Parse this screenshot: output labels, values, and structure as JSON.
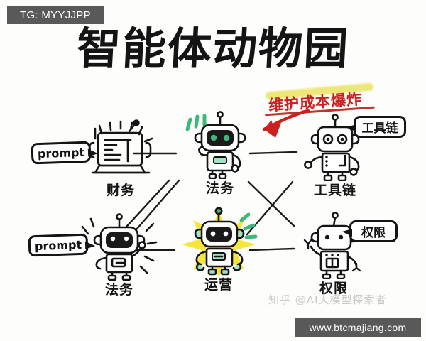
{
  "meta": {
    "bg_color": "#fdfdfb",
    "ink_color": "#141414",
    "accent_green": "#3cb878",
    "accent_red": "#cc2020",
    "accent_yellow": "#f3e12a"
  },
  "overlays": {
    "tg_chip": "TG: MYYJJPP",
    "site_chip": "www.btcmajiang.com",
    "zhihu_watermark": "知乎 @AI大模型探索者"
  },
  "title": "智能体动物园",
  "annotation": {
    "red_text": "维护成本爆炸",
    "arrow": "red-arrow-down-left",
    "points_to": "法务"
  },
  "bubbles": [
    {
      "id": "prompt-top",
      "text": "prompt",
      "tail": "right"
    },
    {
      "id": "prompt-bottom",
      "text": "prompt",
      "tail": "right"
    },
    {
      "id": "toolchain",
      "text": "工具链",
      "tail": "left"
    },
    {
      "id": "permissions",
      "text": "权限",
      "tail": "left"
    }
  ],
  "nodes": [
    {
      "id": "finance",
      "label": "财务",
      "glyph": "monitor-robot-icon",
      "accent": "none",
      "highlight": "sparkle"
    },
    {
      "id": "legal-top",
      "label": "法务",
      "glyph": "robot-waving-icon",
      "accent": "green",
      "highlight": "green-dashes"
    },
    {
      "id": "toolchain",
      "label": "工具链",
      "glyph": "robot-plain-icon",
      "accent": "none",
      "highlight": "none"
    },
    {
      "id": "legal-bot",
      "label": "法务",
      "glyph": "robot-visor-icon",
      "accent": "none",
      "highlight": "black-dashes"
    },
    {
      "id": "ops",
      "label": "运营",
      "glyph": "robot-star-icon",
      "accent": "green",
      "highlight": "yellow-starburst"
    },
    {
      "id": "perm",
      "label": "权限",
      "glyph": "robot-waving-icon",
      "accent": "none",
      "highlight": "none"
    }
  ],
  "links": [
    {
      "from": "finance",
      "to": "legal-top",
      "style": "horizontal"
    },
    {
      "from": "legal-top",
      "to": "toolchain",
      "style": "horizontal"
    },
    {
      "from": "legal-bot",
      "to": "ops",
      "style": "horizontal"
    },
    {
      "from": "ops",
      "to": "perm",
      "style": "horizontal"
    },
    {
      "from": "finance",
      "to": "ops",
      "style": "diagonal"
    },
    {
      "from": "legal-top",
      "to": "legal-bot",
      "style": "diagonal"
    },
    {
      "from": "legal-top",
      "to": "perm",
      "style": "diagonal"
    },
    {
      "from": "toolchain",
      "to": "ops",
      "style": "diagonal"
    }
  ]
}
